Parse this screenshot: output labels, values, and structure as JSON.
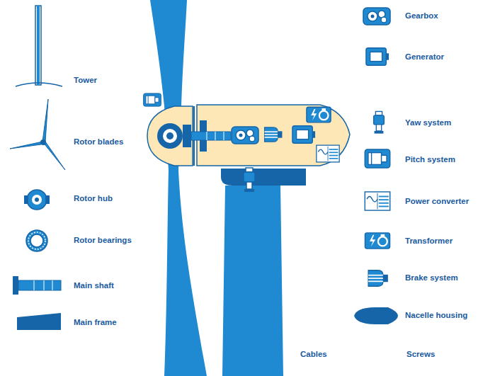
{
  "diagram": {
    "labels": [
      "Tower",
      "Rotor blades",
      "Rotor hub",
      "Rotor bearings",
      "Main shaft",
      "Main frame",
      "Gearbox",
      "Generator",
      "Yaw system",
      "Pitch system",
      "Power converter",
      "Transformer",
      "Brake system",
      "Nacelle housing",
      "Cables",
      "Screws"
    ]
  }
}
